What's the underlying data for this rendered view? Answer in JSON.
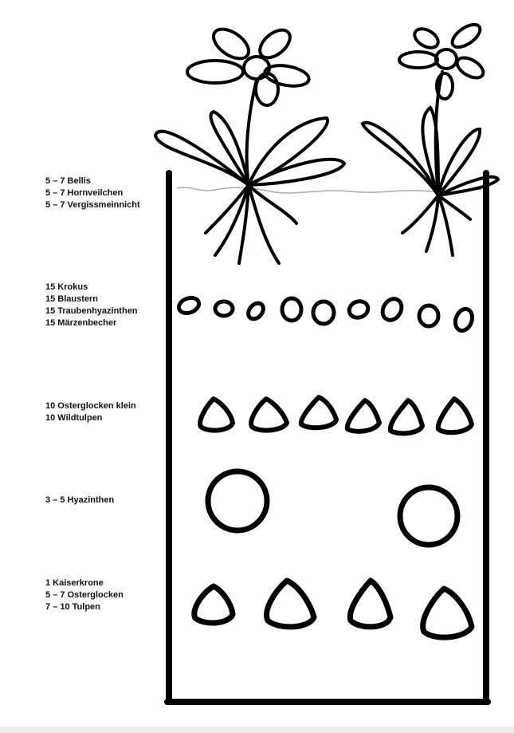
{
  "layers": [
    {
      "id": "surface",
      "lines": [
        "5 – 7 Bellis",
        "5 – 7 Hornveilchen",
        "5 – 7 Vergissmeinnicht"
      ]
    },
    {
      "id": "layer1",
      "lines": [
        "15 Krokus",
        "15 Blaustern",
        "15 Traubenhyazinthen",
        "15 Märzenbecher"
      ]
    },
    {
      "id": "layer2",
      "lines": [
        "10 Osterglocken klein",
        "10 Wildtulpen"
      ]
    },
    {
      "id": "layer3",
      "lines": [
        "3 – 5 Hyazinthen"
      ]
    },
    {
      "id": "layer4",
      "lines": [
        "1 Kaiserkrone",
        "5 – 7 Osterglocken",
        "7 – 10 Tulpen"
      ]
    }
  ],
  "colors": {
    "ink": "#000000",
    "soil_line": "#aaaaaa"
  }
}
